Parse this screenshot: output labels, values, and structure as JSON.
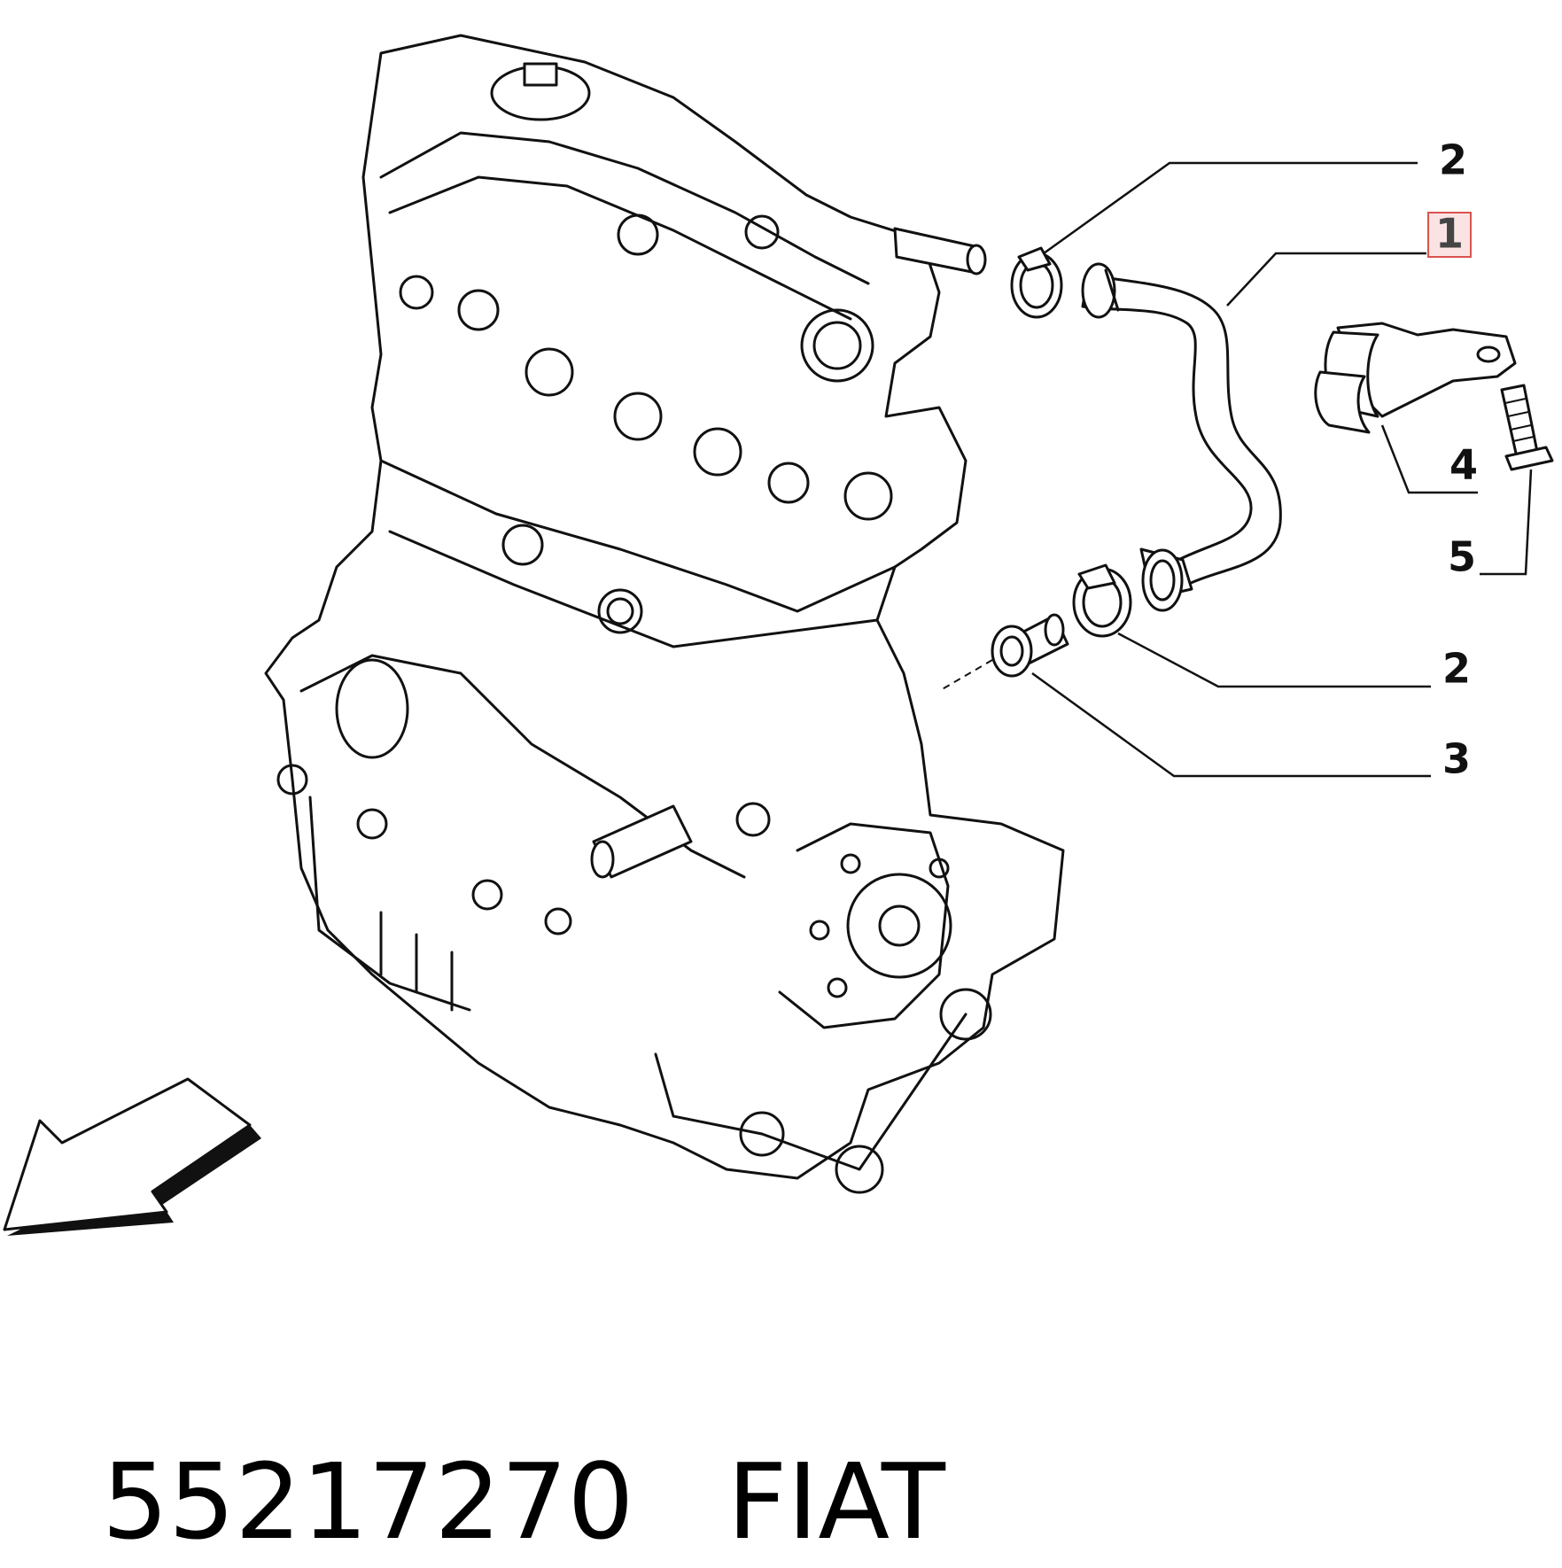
{
  "callouts": [
    {
      "id": "c-top-2",
      "label": "2"
    },
    {
      "id": "c-1",
      "label": "1",
      "highlighted": true
    },
    {
      "id": "c-4",
      "label": "4"
    },
    {
      "id": "c-5",
      "label": "5"
    },
    {
      "id": "c-bottom-2",
      "label": "2"
    },
    {
      "id": "c-3",
      "label": "3"
    }
  ],
  "caption": {
    "part_number": "55217270",
    "brand": "FIAT"
  },
  "colors": {
    "line": "#111111",
    "highlight_border": "#d9534f",
    "highlight_fill": "#fbe3e4",
    "background": "#ffffff"
  },
  "icons": [
    "engine-block-drawing",
    "direction-arrow-icon",
    "hose-part",
    "clamp-part",
    "fitting-part",
    "bracket-part",
    "bolt-part"
  ]
}
